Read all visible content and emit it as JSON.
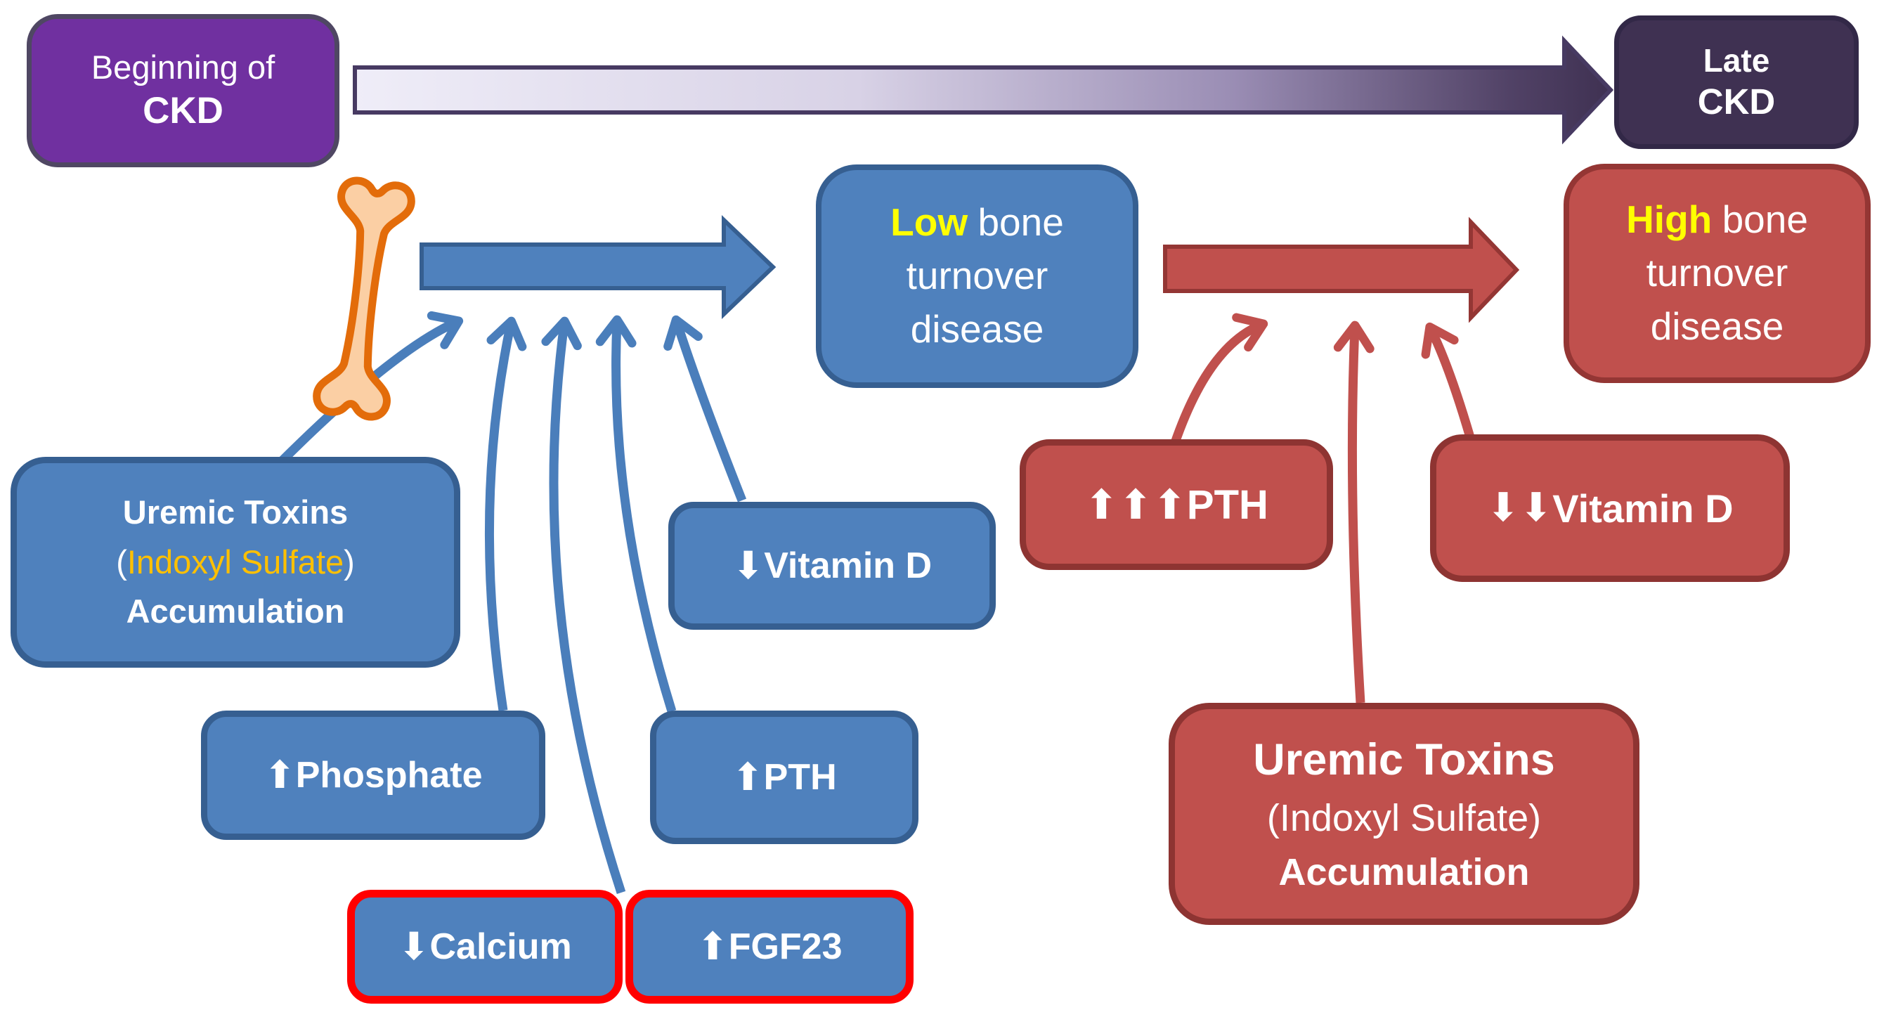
{
  "timeline": {
    "start": {
      "line1": "Beginning of",
      "line2": "CKD"
    },
    "end": {
      "line1": "Late",
      "line2": "CKD"
    }
  },
  "stages": {
    "low": {
      "highlight": "Low",
      "rest": "bone",
      "line2": "turnover",
      "line3": "disease"
    },
    "high": {
      "highlight": "High",
      "rest": "bone",
      "line2": "turnover",
      "line3": "disease"
    }
  },
  "early_factors": {
    "uremic": {
      "line1": "Uremic Toxins",
      "paren_open": "(",
      "paren_inner": "Indoxyl Sulfate",
      "paren_close": ")",
      "line3": "Accumulation"
    },
    "phosphate": {
      "glyph": "⬆",
      "label": "Phosphate"
    },
    "vitamin_d": {
      "glyph": "⬇",
      "label": "Vitamin D"
    },
    "pth": {
      "glyph": "⬆",
      "label": "PTH"
    },
    "calcium": {
      "glyph": "⬇",
      "label": "Calcium"
    },
    "fgf23": {
      "glyph": "⬆",
      "label": "FGF23"
    }
  },
  "late_factors": {
    "pth": {
      "glyphs": "⬆⬆⬆",
      "label": "PTH"
    },
    "vitamin_d": {
      "glyphs": "⬇⬇",
      "label": "Vitamin D"
    },
    "uremic": {
      "line1": "Uremic Toxins",
      "line2": "(Indoxyl Sulfate)",
      "line3": "Accumulation"
    }
  },
  "icons": {
    "bone": "bone-icon"
  },
  "colors": {
    "blue_fill": "#4F81BD",
    "blue_border": "#365F91",
    "red_fill": "#C0504D",
    "red_border": "#943634",
    "purple_fill": "#7030A0",
    "dark_purple_fill": "#3F3152",
    "yellow_highlight": "#FFFF00",
    "orange_text": "#FFC000",
    "alert_border_red": "#FF0000",
    "bone_orange": "#E36C0A"
  }
}
